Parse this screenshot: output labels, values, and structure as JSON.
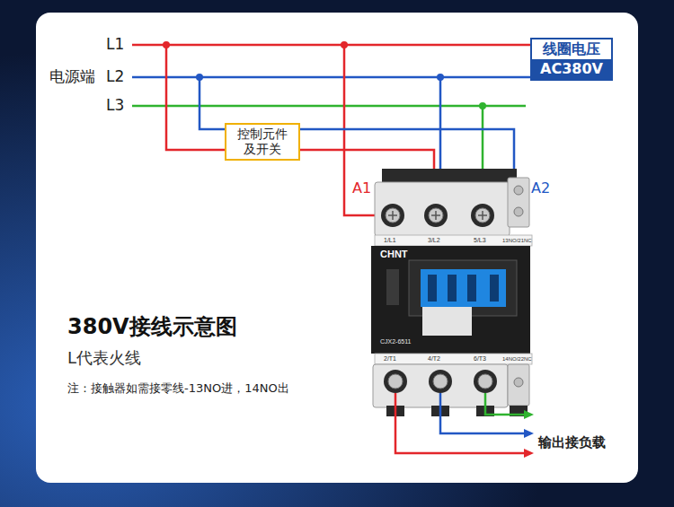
{
  "diagram": {
    "title": "380V接线示意图",
    "nodes": [
      {
        "text": [
          "线圈电压",
          "AC380V"
        ]
      },
      {
        "text": [
          "控制元件 及开关"
        ]
      },
      {
        "text": [
          "1/L1",
          "3/L2",
          "5/L3",
          "13NO/21NC",
          "CHNT",
          "CJX2-6511",
          "2/T1",
          "4/T2",
          "6/T3",
          "14NO/22NC"
        ]
      }
    ],
    "edges": [
      {
        "from": 1,
        "to": 2,
        "arrow": "none"
      },
      {
        "from": 1,
        "to": 2,
        "arrow": "none"
      }
    ],
    "labels": [
      "L1",
      "电源端",
      "L2",
      "L3",
      "A1",
      "A2",
      "L代表火线",
      "注：接触器如需接零线-13NO进，14NO出",
      "输出接负载"
    ]
  }
}
